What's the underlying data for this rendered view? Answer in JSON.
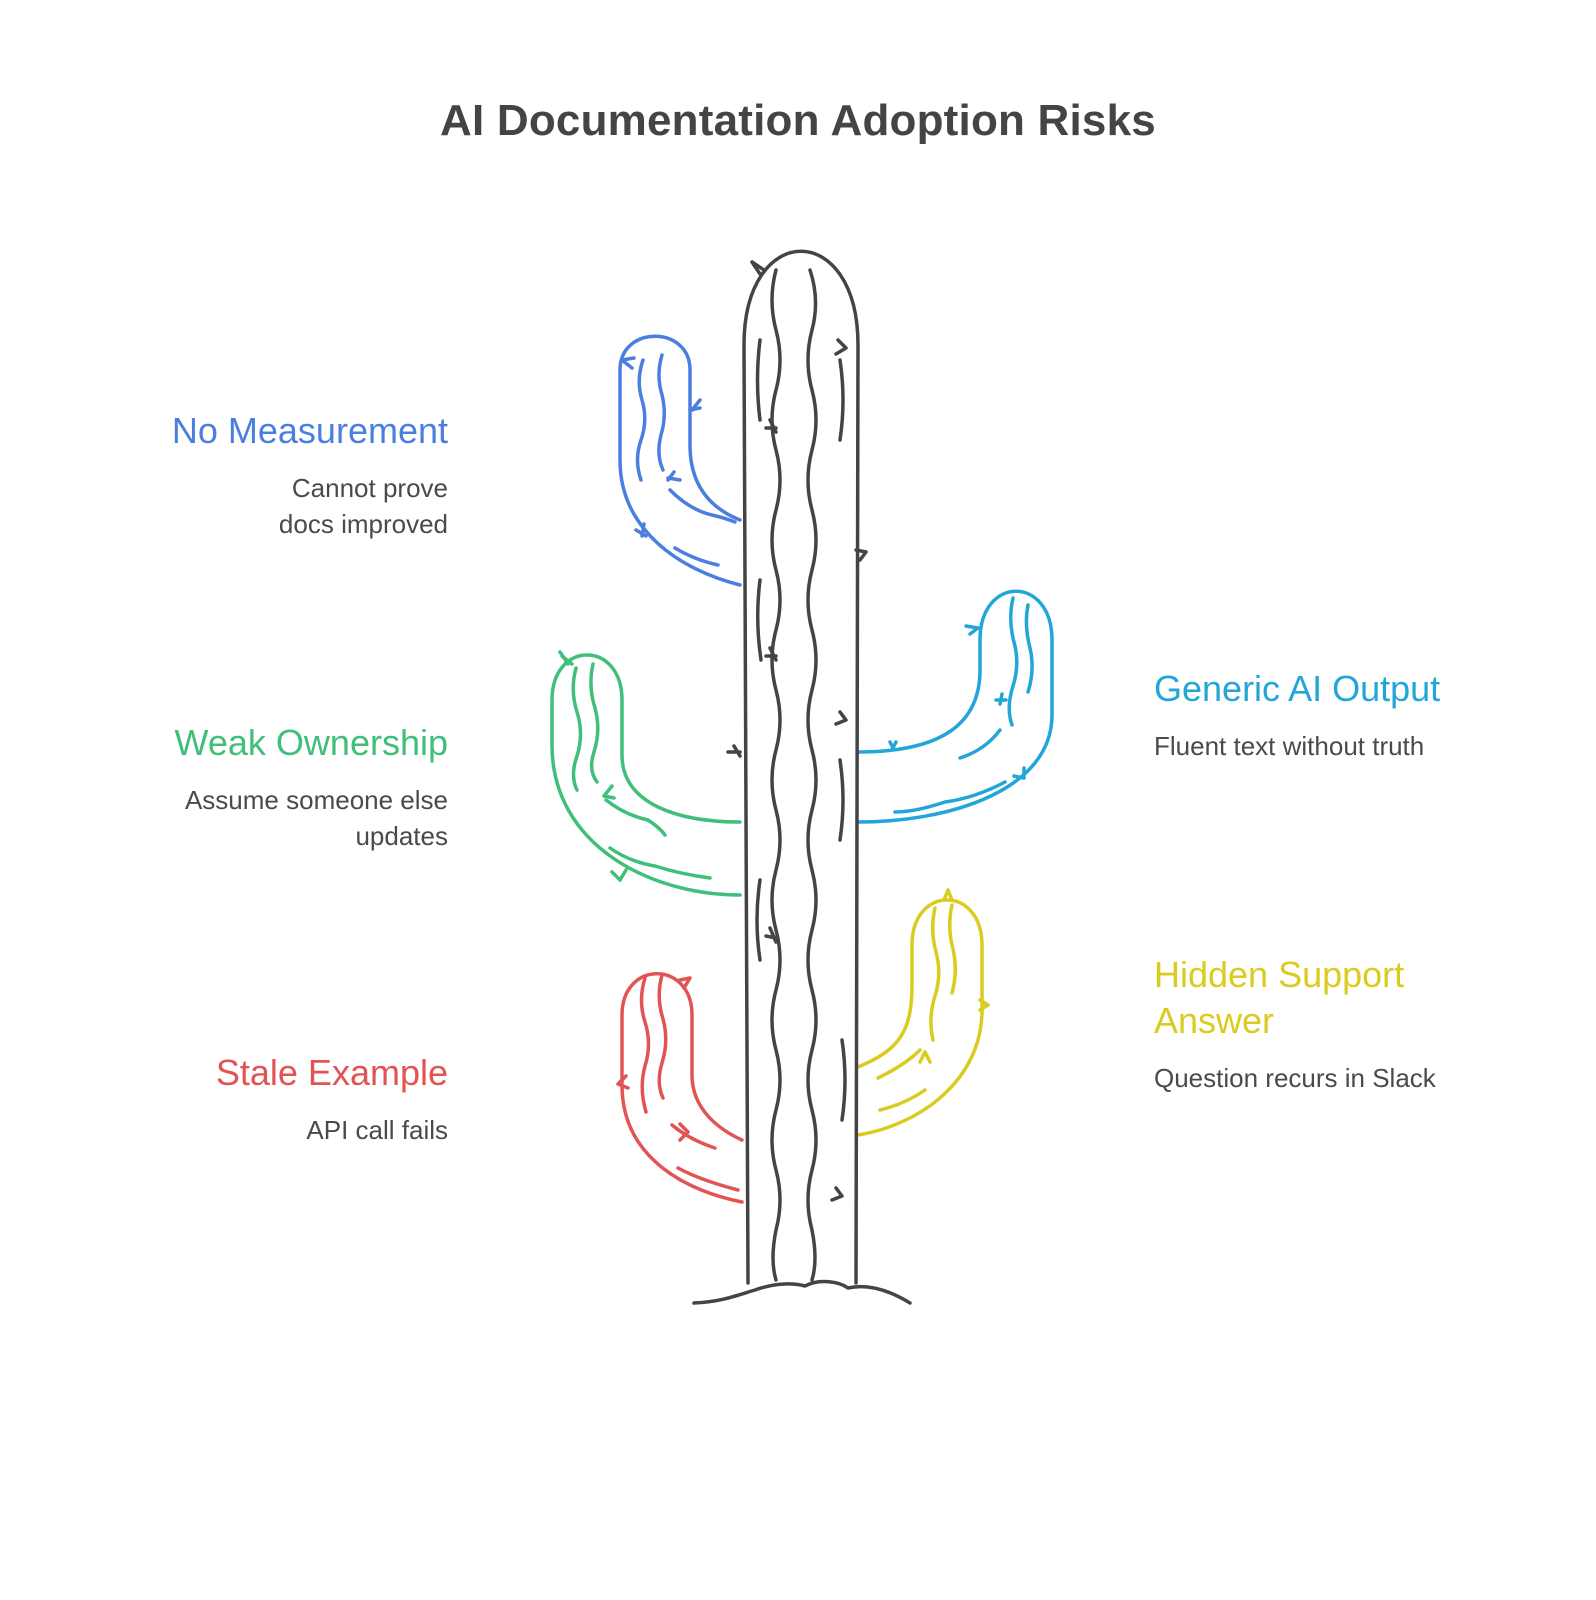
{
  "title": "AI Documentation Adoption Risks",
  "colors": {
    "trunk": "#444444",
    "blue": "#4a7fe0",
    "green": "#3fbf7a",
    "red": "#e25454",
    "cyan": "#22a6d8",
    "yellow": "#d9cc1f",
    "desc_text": "#4a4a4a"
  },
  "risks": [
    {
      "heading": "No Measurement",
      "description": "Cannot prove docs improved",
      "side": "left",
      "color": "#4a7fe0",
      "arm": "upper-left"
    },
    {
      "heading": "Weak Ownership",
      "description": "Assume someone else updates",
      "side": "left",
      "color": "#3fbf7a",
      "arm": "middle-left"
    },
    {
      "heading": "Stale Example",
      "description": "API call fails",
      "side": "left",
      "color": "#e25454",
      "arm": "lower-left"
    },
    {
      "heading": "Generic AI Output",
      "description": "Fluent text without truth",
      "side": "right",
      "color": "#22a6d8",
      "arm": "upper-right"
    },
    {
      "heading": "Hidden Support Answer",
      "description": "Question recurs in Slack",
      "side": "right",
      "color": "#d9cc1f",
      "arm": "lower-right"
    }
  ]
}
